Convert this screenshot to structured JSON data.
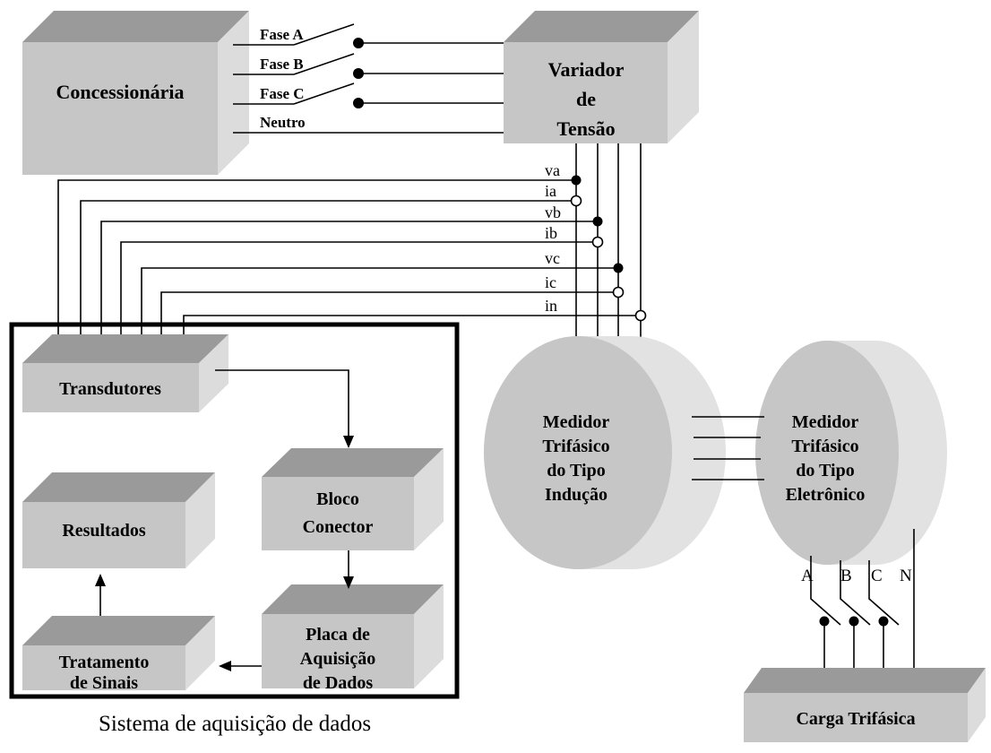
{
  "blocks": {
    "concessionaria": "Concessionária",
    "variador": [
      "Variador",
      "de",
      "Tensão"
    ],
    "transdutores": "Transdutores",
    "bloco_conector": [
      "Bloco",
      "Conector"
    ],
    "resultados": "Resultados",
    "placa": [
      "Placa de",
      "Aquisição",
      "de Dados"
    ],
    "tratamento": [
      "Tratamento",
      "de Sinais"
    ],
    "carga": "Carga Trifásica"
  },
  "meters": {
    "inducao": [
      "Medidor",
      "Trifásico",
      "do Tipo",
      "Indução"
    ],
    "eletronico": [
      "Medidor",
      "Trifásico",
      "do Tipo",
      "Eletrônico"
    ]
  },
  "supply_lines": [
    "Fase A",
    "Fase B",
    "Fase C",
    "Neutro"
  ],
  "signals": [
    "va",
    "ia",
    "vb",
    "ib",
    "vc",
    "ic",
    "in"
  ],
  "load_lines": [
    "A",
    "B",
    "C",
    "N"
  ],
  "caption": "Sistema de aquisição de dados",
  "colors": {
    "front": "#c6c6c6",
    "top": "#9a9a9a",
    "side": "#dcdcdc"
  }
}
